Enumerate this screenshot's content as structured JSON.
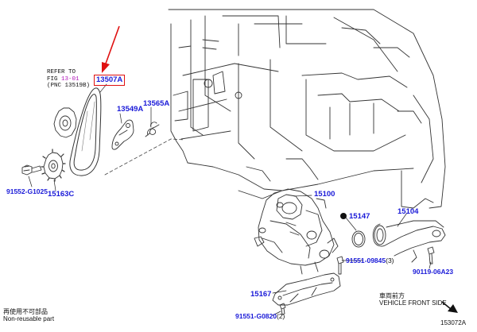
{
  "highlight_color": "#e01010",
  "callout_color": "#1a1ad8",
  "refer_note": {
    "line1": "REFER TO",
    "fig_prefix": "FIG ",
    "fig_number": "13-01",
    "pnc": "(PNC 13519B)"
  },
  "parts": {
    "p13507A": "13507A",
    "p13549A": "13549A",
    "p13565A": "13565A",
    "p91552_G1025": "91552-G1025",
    "p15163C": "15163C",
    "p15100": "15100",
    "p15147": "15147",
    "p15104": "15104",
    "p91551_09845": "91551-09845",
    "p91551_09845_qty": "(3)",
    "p90119_06A23": "90119-06A23",
    "p15167": "15167",
    "p91551_G0820": "91551-G0820",
    "p91551_G0820_qty": "(2)"
  },
  "legend": {
    "non_reusable_cn": "再使用不可部品",
    "non_reusable_en": "Non-reusable part"
  },
  "direction": {
    "cn": "車両前方",
    "en": "VEHICLE FRONT SIDE"
  },
  "diagram_id": "153072A"
}
